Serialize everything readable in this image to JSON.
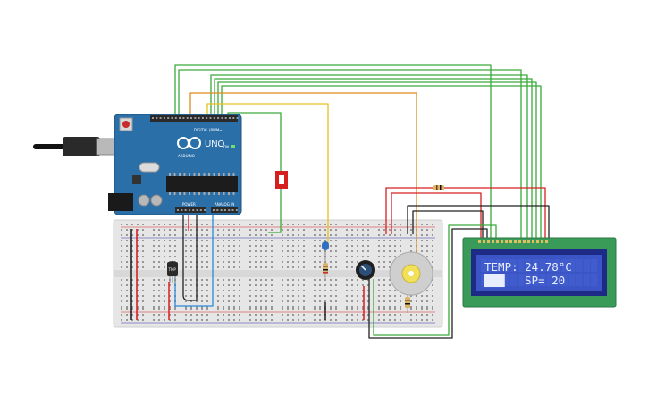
{
  "board": {
    "brand": "ARDUINO",
    "model": "UNO",
    "digital_label": "DIGITAL (PWM~)",
    "power_label": "POWER",
    "analog_label": "ANALOG IN",
    "on_label": "ON",
    "sensor_label": "TMP"
  },
  "lcd": {
    "line1": "TEMP:  24.78°C",
    "line2_bar": "███",
    "line2_text": "SP= 20",
    "cells_per_row": 16
  },
  "colors": {
    "wire_green": "#3aaa3a",
    "wire_red": "#d62020",
    "wire_black": "#222222",
    "wire_orange": "#e08a1e",
    "wire_yellow": "#e6c21a",
    "wire_blue": "#2a8ad6",
    "board_blue": "#2b6fa8",
    "lcd_pcb": "#3a9a58",
    "lcd_screen": "#3b55c6"
  }
}
